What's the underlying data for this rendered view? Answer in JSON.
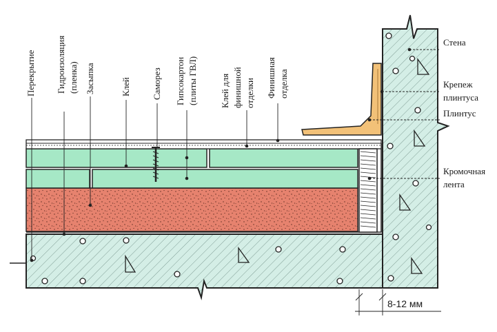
{
  "diagram": {
    "labels": {
      "perekrytie": "Перекрытие",
      "gidroizolyatsiya_1": "Гидроизоляция",
      "gidroizolyatsiya_2": "(пленка)",
      "zasypka": "Засыпка",
      "klei": "Клей",
      "samorez": "Саморез",
      "gipsokarton_1": "Гипсокартон",
      "gipsokarton_2": "(плиты ГВЛ)",
      "klei_finish_1": "Клей для",
      "klei_finish_2": "финишной",
      "klei_finish_3": "отделки",
      "finish_1": "Финишная",
      "finish_2": "отделка",
      "stena": "Стена",
      "krepezh_1": "Крепеж",
      "krepezh_2": "плинтуса",
      "plintus": "Плинтус",
      "kromochnaya_1": "Кромочная",
      "kromochnaya_2": "лента",
      "gap": "8-12 мм"
    },
    "colors": {
      "concrete": "#d4eee6",
      "hatch": "#6a8a80",
      "backfill": "#e6826e",
      "gypsum": "#a6e8c6",
      "skirting": "#f2c178",
      "outline": "#222222"
    }
  }
}
